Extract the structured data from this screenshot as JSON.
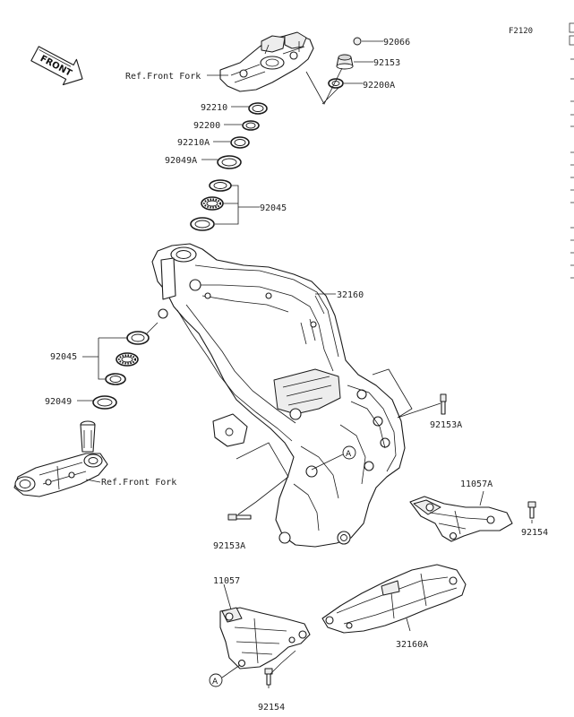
{
  "figure_code": "F2120",
  "front_arrow_text": "FRONT",
  "circle_ref": "A",
  "labels": {
    "p92066": "92066",
    "p92153": "92153",
    "p92200A": "92200A",
    "ref_front_fork_top": "Ref.Front Fork",
    "p92210": "92210",
    "p92200": "92200",
    "p92210A": "92210A",
    "p92049A": "92049A",
    "p92045_top": "92045",
    "p32160": "32160",
    "p92045_left": "92045",
    "p92049": "92049",
    "p92153A_right": "92153A",
    "ref_front_fork_bottom": "Ref.Front Fork",
    "p11057A": "11057A",
    "p92154_right": "92154",
    "p92153A_left": "92153A",
    "p11057": "11057",
    "p32160A": "32160A",
    "p92154_bottom": "92154"
  }
}
